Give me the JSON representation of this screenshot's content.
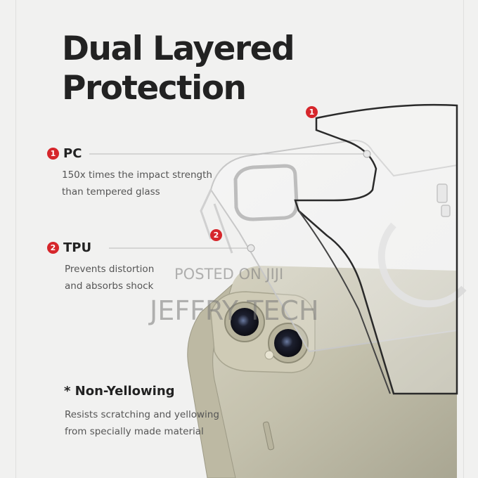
{
  "title": {
    "line1": "Dual Layered",
    "line2": "Protection"
  },
  "features": [
    {
      "number": "1",
      "label": "PC",
      "desc_line1": "150x times the impact strength",
      "desc_line2": "than tempered glass"
    },
    {
      "number": "2",
      "label": "TPU",
      "desc_line1": "Prevents distortion",
      "desc_line2": "and absorbs shock"
    },
    {
      "number": "",
      "label": "* Non-Yellowing",
      "desc_line1": "Resists scratching and yellowing",
      "desc_line2": "from specially made material"
    }
  ],
  "callouts": {
    "pc_marker": "1",
    "tpu_marker": "2"
  },
  "watermark": {
    "line1": "POSTED ON JIJI",
    "line2": "JEFFRY TECH"
  },
  "colors": {
    "accent": "#d6262b",
    "text_dark": "#222222",
    "text_body": "#555555",
    "background": "#f1f1f0"
  }
}
